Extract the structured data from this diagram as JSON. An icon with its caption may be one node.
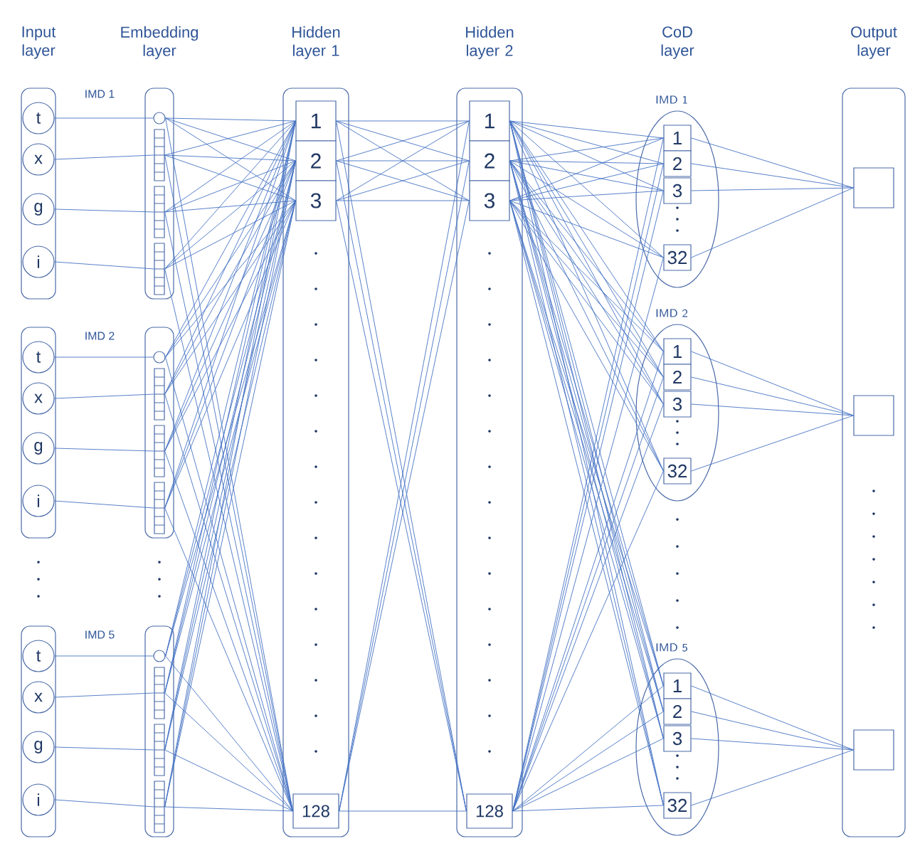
{
  "diagram": {
    "nodes": [
      {
        "text": [],
        "shape": "box"
      },
      {
        "text": [
          "t"
        ],
        "in": 0
      },
      {
        "text": [
          "x"
        ],
        "in": 0
      },
      {
        "text": [
          "g"
        ],
        "in": 0
      },
      {
        "text": [
          "i"
        ],
        "in": 0
      },
      {
        "text": [],
        "shape": "box"
      },
      {
        "text": [
          "t"
        ],
        "in": 5
      },
      {
        "text": [
          "x"
        ],
        "in": 5
      },
      {
        "text": [
          "g"
        ],
        "in": 5
      },
      {
        "text": [
          "i"
        ],
        "in": 5
      },
      {
        "text": [],
        "shape": "box"
      },
      {
        "text": [
          "t"
        ],
        "in": 10
      },
      {
        "text": [
          "x"
        ],
        "in": 10
      },
      {
        "text": [
          "g"
        ],
        "in": 10
      },
      {
        "text": [
          "i"
        ],
        "in": 10
      },
      {
        "text": [],
        "shape": "box"
      },
      {
        "text": [],
        "shape": "circle",
        "in": 15
      },
      {
        "text": [],
        "shape": "bar",
        "in": 15
      },
      {
        "text": [],
        "shape": "bar",
        "in": 15
      },
      {
        "text": [],
        "shape": "bar",
        "in": 15
      },
      {
        "text": [],
        "shape": "box"
      },
      {
        "text": [],
        "shape": "circle",
        "in": 20
      },
      {
        "text": [],
        "shape": "bar",
        "in": 20
      },
      {
        "text": [],
        "shape": "bar",
        "in": 20
      },
      {
        "text": [],
        "shape": "bar",
        "in": 20
      },
      {
        "text": [],
        "shape": "box"
      },
      {
        "text": [],
        "shape": "circle",
        "in": 25
      },
      {
        "text": [],
        "shape": "bar",
        "in": 25
      },
      {
        "text": [],
        "shape": "bar",
        "in": 25
      },
      {
        "text": [],
        "shape": "bar",
        "in": 25
      },
      {
        "text": [],
        "shape": "box"
      },
      {
        "text": [
          "1"
        ],
        "in": 30
      },
      {
        "text": [
          "2"
        ],
        "in": 30
      },
      {
        "text": [
          "3"
        ],
        "in": 30
      },
      {
        "text": [
          "128"
        ],
        "in": 30
      },
      {
        "text": [],
        "shape": "box"
      },
      {
        "text": [
          "1"
        ],
        "in": 35
      },
      {
        "text": [
          "2"
        ],
        "in": 35
      },
      {
        "text": [
          "3"
        ],
        "in": 35
      },
      {
        "text": [
          "128"
        ],
        "in": 35
      },
      {
        "text": [
          "IMD 1"
        ]
      },
      {
        "text": [
          "1"
        ],
        "in": 40
      },
      {
        "text": [
          "2"
        ],
        "in": 40
      },
      {
        "text": [
          "3"
        ],
        "in": 40
      },
      {
        "text": [
          "32"
        ],
        "in": 40
      },
      {
        "text": [
          "IMD 2"
        ]
      },
      {
        "text": [
          "1"
        ],
        "in": 45
      },
      {
        "text": [
          "2"
        ],
        "in": 45
      },
      {
        "text": [
          "3"
        ],
        "in": 45
      },
      {
        "text": [
          "32"
        ],
        "in": 45
      },
      {
        "text": [
          "IMD 5"
        ]
      },
      {
        "text": [
          "1"
        ],
        "in": 50
      },
      {
        "text": [
          "2"
        ],
        "in": 50
      },
      {
        "text": [
          "3"
        ],
        "in": 50
      },
      {
        "text": [
          "32"
        ],
        "in": 50
      },
      {
        "text": [],
        "shape": "box"
      },
      {
        "text": [],
        "shape": "box",
        "in": 55
      },
      {
        "text": [],
        "shape": "box",
        "in": 55
      },
      {
        "text": [],
        "shape": "box",
        "in": 55
      }
    ],
    "edges": [
      {
        "from": 1,
        "to": 16,
        "arrow": "none"
      },
      {
        "from": 2,
        "to": 17,
        "arrow": "none"
      },
      {
        "from": 3,
        "to": 18,
        "arrow": "none"
      },
      {
        "from": 4,
        "to": 19,
        "arrow": "none"
      },
      {
        "from": 6,
        "to": 21,
        "arrow": "none"
      },
      {
        "from": 7,
        "to": 22,
        "arrow": "none"
      },
      {
        "from": 8,
        "to": 23,
        "arrow": "none"
      },
      {
        "from": 9,
        "to": 24,
        "arrow": "none"
      },
      {
        "from": 11,
        "to": 26,
        "arrow": "none"
      },
      {
        "from": 12,
        "to": 27,
        "arrow": "none"
      },
      {
        "from": 13,
        "to": 28,
        "arrow": "none"
      },
      {
        "from": 14,
        "to": 29,
        "arrow": "none"
      },
      {
        "from": 16,
        "to": 31,
        "arrow": "none"
      },
      {
        "from": 16,
        "to": 32,
        "arrow": "none"
      },
      {
        "from": 16,
        "to": 33,
        "arrow": "none"
      },
      {
        "from": 16,
        "to": 34,
        "arrow": "none"
      },
      {
        "from": 17,
        "to": 31,
        "arrow": "none"
      },
      {
        "from": 17,
        "to": 32,
        "arrow": "none"
      },
      {
        "from": 17,
        "to": 33,
        "arrow": "none"
      },
      {
        "from": 17,
        "to": 34,
        "arrow": "none"
      },
      {
        "from": 18,
        "to": 31,
        "arrow": "none"
      },
      {
        "from": 18,
        "to": 32,
        "arrow": "none"
      },
      {
        "from": 18,
        "to": 33,
        "arrow": "none"
      },
      {
        "from": 18,
        "to": 34,
        "arrow": "none"
      },
      {
        "from": 19,
        "to": 31,
        "arrow": "none"
      },
      {
        "from": 19,
        "to": 32,
        "arrow": "none"
      },
      {
        "from": 19,
        "to": 33,
        "arrow": "none"
      },
      {
        "from": 19,
        "to": 34,
        "arrow": "none"
      },
      {
        "from": 21,
        "to": 31,
        "arrow": "none"
      },
      {
        "from": 21,
        "to": 32,
        "arrow": "none"
      },
      {
        "from": 21,
        "to": 33,
        "arrow": "none"
      },
      {
        "from": 21,
        "to": 34,
        "arrow": "none"
      },
      {
        "from": 22,
        "to": 31,
        "arrow": "none"
      },
      {
        "from": 22,
        "to": 32,
        "arrow": "none"
      },
      {
        "from": 22,
        "to": 33,
        "arrow": "none"
      },
      {
        "from": 22,
        "to": 34,
        "arrow": "none"
      },
      {
        "from": 23,
        "to": 31,
        "arrow": "none"
      },
      {
        "from": 23,
        "to": 32,
        "arrow": "none"
      },
      {
        "from": 23,
        "to": 33,
        "arrow": "none"
      },
      {
        "from": 23,
        "to": 34,
        "arrow": "none"
      },
      {
        "from": 24,
        "to": 31,
        "arrow": "none"
      },
      {
        "from": 24,
        "to": 32,
        "arrow": "none"
      },
      {
        "from": 24,
        "to": 33,
        "arrow": "none"
      },
      {
        "from": 24,
        "to": 34,
        "arrow": "none"
      },
      {
        "from": 26,
        "to": 31,
        "arrow": "none"
      },
      {
        "from": 26,
        "to": 32,
        "arrow": "none"
      },
      {
        "from": 26,
        "to": 33,
        "arrow": "none"
      },
      {
        "from": 26,
        "to": 34,
        "arrow": "none"
      },
      {
        "from": 27,
        "to": 31,
        "arrow": "none"
      },
      {
        "from": 27,
        "to": 32,
        "arrow": "none"
      },
      {
        "from": 27,
        "to": 33,
        "arrow": "none"
      },
      {
        "from": 27,
        "to": 34,
        "arrow": "none"
      },
      {
        "from": 28,
        "to": 31,
        "arrow": "none"
      },
      {
        "from": 28,
        "to": 32,
        "arrow": "none"
      },
      {
        "from": 28,
        "to": 33,
        "arrow": "none"
      },
      {
        "from": 28,
        "to": 34,
        "arrow": "none"
      },
      {
        "from": 29,
        "to": 31,
        "arrow": "none"
      },
      {
        "from": 29,
        "to": 32,
        "arrow": "none"
      },
      {
        "from": 29,
        "to": 33,
        "arrow": "none"
      },
      {
        "from": 29,
        "to": 34,
        "arrow": "none"
      },
      {
        "from": 31,
        "to": 36,
        "arrow": "none"
      },
      {
        "from": 31,
        "to": 37,
        "arrow": "none"
      },
      {
        "from": 31,
        "to": 38,
        "arrow": "none"
      },
      {
        "from": 31,
        "to": 39,
        "arrow": "none"
      },
      {
        "from": 32,
        "to": 36,
        "arrow": "none"
      },
      {
        "from": 32,
        "to": 37,
        "arrow": "none"
      },
      {
        "from": 32,
        "to": 38,
        "arrow": "none"
      },
      {
        "from": 32,
        "to": 39,
        "arrow": "none"
      },
      {
        "from": 33,
        "to": 36,
        "arrow": "none"
      },
      {
        "from": 33,
        "to": 37,
        "arrow": "none"
      },
      {
        "from": 33,
        "to": 38,
        "arrow": "none"
      },
      {
        "from": 33,
        "to": 39,
        "arrow": "none"
      },
      {
        "from": 34,
        "to": 36,
        "arrow": "none"
      },
      {
        "from": 34,
        "to": 37,
        "arrow": "none"
      },
      {
        "from": 34,
        "to": 38,
        "arrow": "none"
      },
      {
        "from": 34,
        "to": 39,
        "arrow": "none"
      },
      {
        "from": 36,
        "to": 41,
        "arrow": "none"
      },
      {
        "from": 36,
        "to": 42,
        "arrow": "none"
      },
      {
        "from": 36,
        "to": 43,
        "arrow": "none"
      },
      {
        "from": 36,
        "to": 44,
        "arrow": "none"
      },
      {
        "from": 36,
        "to": 46,
        "arrow": "none"
      },
      {
        "from": 36,
        "to": 47,
        "arrow": "none"
      },
      {
        "from": 36,
        "to": 48,
        "arrow": "none"
      },
      {
        "from": 36,
        "to": 49,
        "arrow": "none"
      },
      {
        "from": 36,
        "to": 51,
        "arrow": "none"
      },
      {
        "from": 36,
        "to": 52,
        "arrow": "none"
      },
      {
        "from": 36,
        "to": 53,
        "arrow": "none"
      },
      {
        "from": 36,
        "to": 54,
        "arrow": "none"
      },
      {
        "from": 37,
        "to": 41,
        "arrow": "none"
      },
      {
        "from": 37,
        "to": 42,
        "arrow": "none"
      },
      {
        "from": 37,
        "to": 43,
        "arrow": "none"
      },
      {
        "from": 37,
        "to": 44,
        "arrow": "none"
      },
      {
        "from": 37,
        "to": 46,
        "arrow": "none"
      },
      {
        "from": 37,
        "to": 47,
        "arrow": "none"
      },
      {
        "from": 37,
        "to": 48,
        "arrow": "none"
      },
      {
        "from": 37,
        "to": 49,
        "arrow": "none"
      },
      {
        "from": 37,
        "to": 51,
        "arrow": "none"
      },
      {
        "from": 37,
        "to": 52,
        "arrow": "none"
      },
      {
        "from": 37,
        "to": 53,
        "arrow": "none"
      },
      {
        "from": 37,
        "to": 54,
        "arrow": "none"
      },
      {
        "from": 38,
        "to": 41,
        "arrow": "none"
      },
      {
        "from": 38,
        "to": 42,
        "arrow": "none"
      },
      {
        "from": 38,
        "to": 43,
        "arrow": "none"
      },
      {
        "from": 38,
        "to": 44,
        "arrow": "none"
      },
      {
        "from": 38,
        "to": 46,
        "arrow": "none"
      },
      {
        "from": 38,
        "to": 47,
        "arrow": "none"
      },
      {
        "from": 38,
        "to": 48,
        "arrow": "none"
      },
      {
        "from": 38,
        "to": 49,
        "arrow": "none"
      },
      {
        "from": 38,
        "to": 51,
        "arrow": "none"
      },
      {
        "from": 38,
        "to": 52,
        "arrow": "none"
      },
      {
        "from": 38,
        "to": 53,
        "arrow": "none"
      },
      {
        "from": 38,
        "to": 54,
        "arrow": "none"
      },
      {
        "from": 39,
        "to": 41,
        "arrow": "none"
      },
      {
        "from": 39,
        "to": 42,
        "arrow": "none"
      },
      {
        "from": 39,
        "to": 43,
        "arrow": "none"
      },
      {
        "from": 39,
        "to": 44,
        "arrow": "none"
      },
      {
        "from": 39,
        "to": 46,
        "arrow": "none"
      },
      {
        "from": 39,
        "to": 47,
        "arrow": "none"
      },
      {
        "from": 39,
        "to": 48,
        "arrow": "none"
      },
      {
        "from": 39,
        "to": 49,
        "arrow": "none"
      },
      {
        "from": 39,
        "to": 51,
        "arrow": "none"
      },
      {
        "from": 39,
        "to": 52,
        "arrow": "none"
      },
      {
        "from": 39,
        "to": 53,
        "arrow": "none"
      },
      {
        "from": 39,
        "to": 54,
        "arrow": "none"
      },
      {
        "from": 41,
        "to": 56,
        "arrow": "none"
      },
      {
        "from": 42,
        "to": 56,
        "arrow": "none"
      },
      {
        "from": 43,
        "to": 56,
        "arrow": "none"
      },
      {
        "from": 44,
        "to": 56,
        "arrow": "none"
      },
      {
        "from": 46,
        "to": 57,
        "arrow": "none"
      },
      {
        "from": 47,
        "to": 57,
        "arrow": "none"
      },
      {
        "from": 48,
        "to": 57,
        "arrow": "none"
      },
      {
        "from": 49,
        "to": 57,
        "arrow": "none"
      },
      {
        "from": 51,
        "to": 58,
        "arrow": "none"
      },
      {
        "from": 52,
        "to": 58,
        "arrow": "none"
      },
      {
        "from": 53,
        "to": 58,
        "arrow": "none"
      },
      {
        "from": 54,
        "to": 58,
        "arrow": "none"
      }
    ],
    "labels": [
      "Input layer",
      "Embedding layer",
      "Hidden layer 1",
      "Hidden layer 2",
      "CoD layer",
      "Output layer",
      "IMD 1",
      "IMD 2",
      "IMD 5"
    ]
  }
}
